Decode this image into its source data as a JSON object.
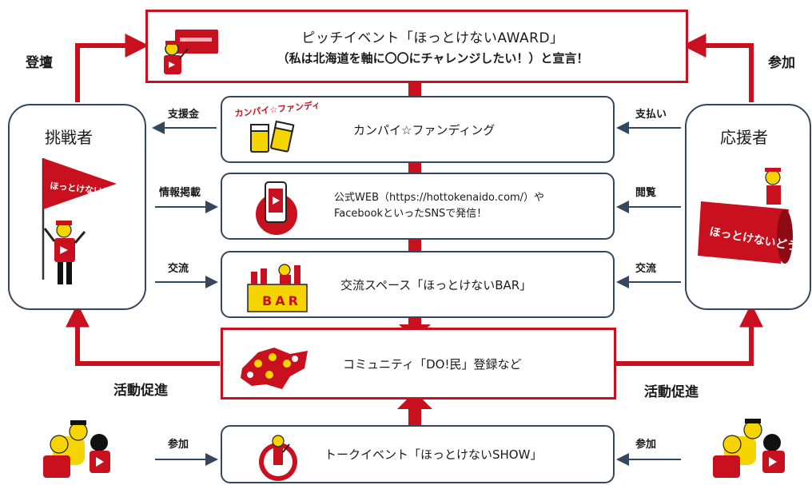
{
  "top": {
    "title": "ピッチイベント「ほっとけないAWARD」",
    "subtitle": "（私は北海道を軸に〇〇にチャレンジしたい！）と宣言！"
  },
  "challenger": {
    "title": "挑戦者",
    "flag_text": "ほっとけないどう"
  },
  "supporter": {
    "title": "応援者",
    "megaphone_text": "ほっとけないどう"
  },
  "rows": [
    {
      "id": "funding",
      "text": "カンパイ☆ファンディング",
      "art_text": "カンパイ☆ファンディング",
      "left_label": "支援金",
      "right_label": "支払い"
    },
    {
      "id": "web",
      "text_line1": "公式WEB（https://hottokenaido.com/）や",
      "text_line2": "FacebookといったSNSで発信！",
      "left_label": "情報掲載",
      "right_label": "閲覧"
    },
    {
      "id": "bar",
      "text": "交流スペース「ほっとけないBAR」",
      "art_text": "BAR",
      "left_label": "交流",
      "right_label": "交流"
    }
  ],
  "community": {
    "text": "コミュニティ「DO!民」登録など"
  },
  "talk": {
    "text": "トークイベント「ほっとけないSHOW」",
    "left_label": "参加",
    "right_label": "参加"
  },
  "labels": {
    "left_top": "登壇",
    "right_top": "参加",
    "left_bottom": "活動促進",
    "right_bottom": "活動促進"
  },
  "colors": {
    "red": "#c8101e",
    "navy": "#34475e",
    "yellow": "#f5d400"
  }
}
